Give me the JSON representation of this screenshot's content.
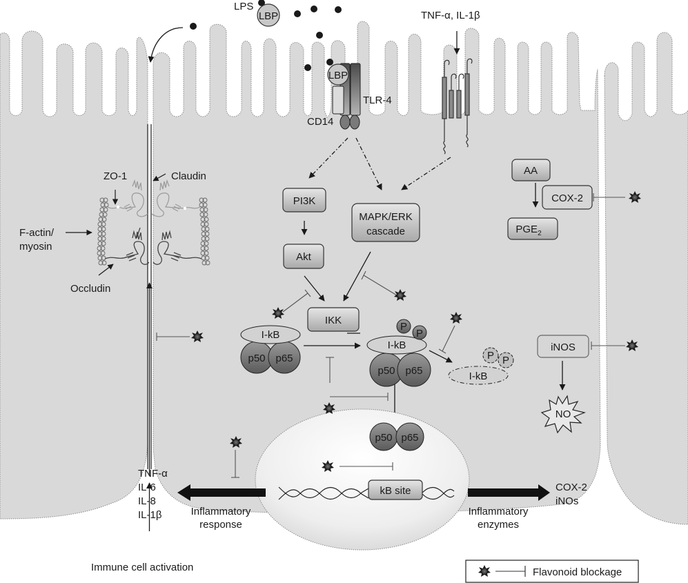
{
  "figure": {
    "title": "Flavonoid blockage of NF-kB inflammatory signaling in intestinal epithelial cells",
    "colors": {
      "cell_fill": "#d9d9d9",
      "background": "#ffffff",
      "membrane_dotted": "#8a8a8a",
      "nucleus_fill": "#f2f2f2",
      "box_fill": "#c8c8c8",
      "dark_protein": "#6e6e6e",
      "ink": "#1a1a1a",
      "blocker_star": "#2a2a2a"
    }
  },
  "extracellular": {
    "lps": "LPS",
    "lbp": "LBP",
    "cytokines_in": "TNF-α, IL-1β"
  },
  "receptors": {
    "lbp_bound": "LBP",
    "cd14": "CD14",
    "tlr4": "TLR-4"
  },
  "tight_junction": {
    "zo1": "ZO-1",
    "claudin": "Claudin",
    "factin_line1": "F-actin/",
    "factin_line2": "myosin",
    "occludin": "Occludin"
  },
  "pathway": {
    "pi3k": "PI3K",
    "akt": "Akt",
    "mapk_line1": "MAPK/ERK",
    "mapk_line2": "cascade",
    "ikk": "IKK",
    "ikb": "I-kB",
    "p50": "p50",
    "p65": "p65",
    "phospho": "P",
    "ikb_degraded": "I-kB"
  },
  "cox_branch": {
    "aa": "AA",
    "cox2": "COX-2",
    "pge2_main": "PGE",
    "pge2_sub": "2"
  },
  "inos_branch": {
    "inos": "iNOS",
    "no": "NO"
  },
  "nucleus": {
    "p50": "p50",
    "p65": "p65",
    "kb_site": "kB site"
  },
  "outputs": {
    "cytokines_out": [
      "TNF-α",
      "IL-6",
      "IL-8",
      "IL-1β"
    ],
    "inflammatory_response_line1": "Inflammatory",
    "inflammatory_response_line2": "response",
    "enzymes_out": [
      "COX-2",
      "iNOs"
    ],
    "inflammatory_enzymes_line1": "Inflammatory",
    "inflammatory_enzymes_line2": "enzymes",
    "immune_activation": "Immune cell activation"
  },
  "legend": {
    "label": "Flavonoid blockage",
    "symbol": "star-inhibition-icon"
  }
}
